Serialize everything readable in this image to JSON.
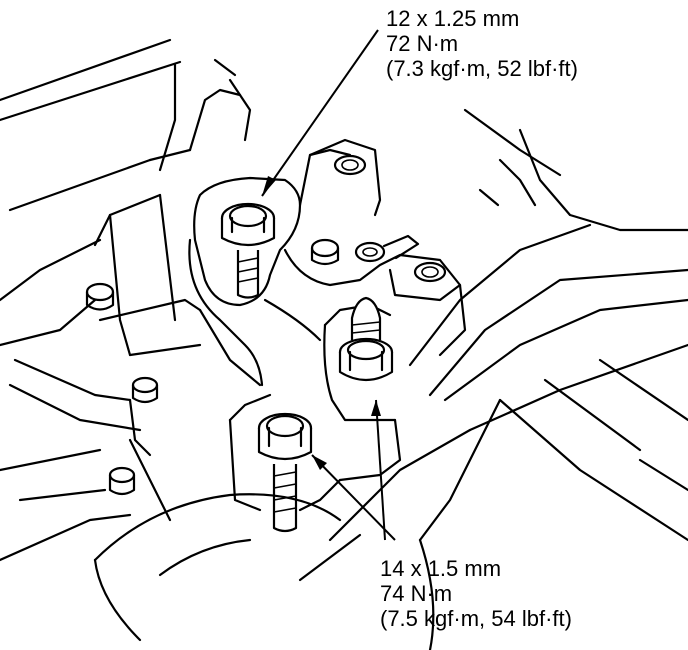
{
  "callouts": {
    "upper": {
      "size": "12 x 1.25 mm",
      "torque": "72 N·m",
      "alt": "(7.3 kgf·m, 52 lbf·ft)"
    },
    "lower": {
      "size": "14 x 1.5 mm",
      "torque": "74 N·m",
      "alt": "(7.5 kgf·m, 54 lbf·ft)"
    }
  },
  "colors": {
    "line": "#000000",
    "background": "#ffffff"
  }
}
